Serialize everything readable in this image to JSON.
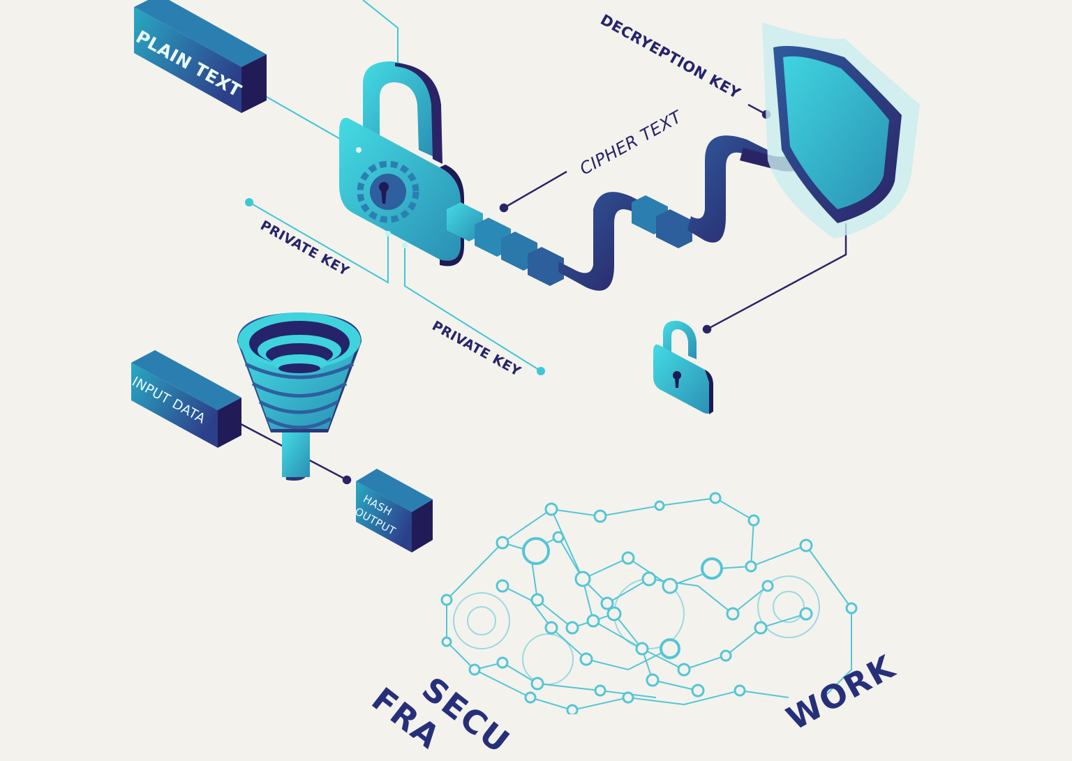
{
  "diagram": {
    "background": "#f4f2ed",
    "colors": {
      "teal_light": "#3fd3de",
      "teal": "#2aa6bf",
      "blue_mid": "#2e5f9e",
      "navy": "#2a2467",
      "navy_dark": "#1f1a55",
      "connector_teal": "#3cc7d6",
      "network_line": "#52c6d6"
    },
    "labels": {
      "plain_text": "PLAIN TEXT",
      "cipher_text": "CIPHER TEXT",
      "decryption_key": "DECRYEPTION KEY",
      "private_key_1": "PRIVATE KEY",
      "private_key_2": "PRIVATE KEY",
      "input_data": "INPUT DATA",
      "hash_output_line1": "HASH",
      "hash_output_line2": "OUTPUT",
      "title_fragment_1": "SECU",
      "title_fragment_2": "FRA",
      "title_fragment_3": "WORK"
    },
    "icons": {
      "main_padlock": "padlock-with-gear-icon",
      "shield": "shield-icon",
      "small_padlock": "padlock-icon",
      "funnel": "hash-funnel-icon",
      "chain": "cipher-chain-blocks",
      "network": "node-network-graph"
    }
  }
}
